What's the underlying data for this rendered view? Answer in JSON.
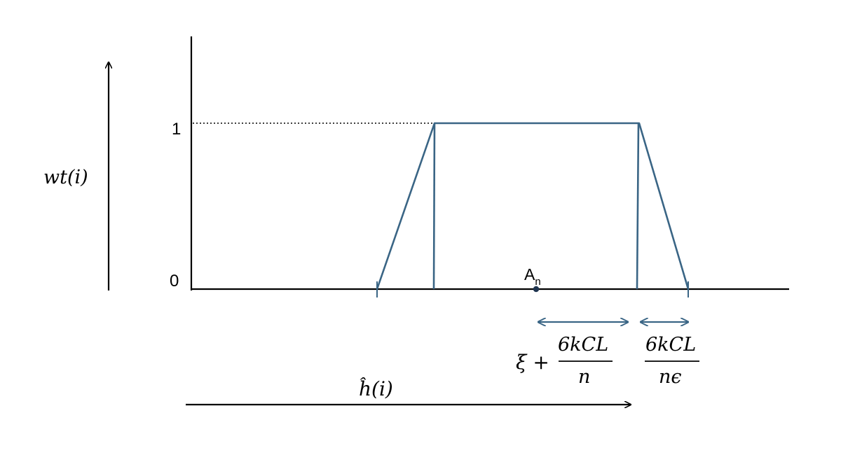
{
  "y_axis": {
    "label": "wt(i)",
    "tick_1": "1",
    "tick_0": "0"
  },
  "x_axis": {
    "label": "ĥ(i)"
  },
  "point": {
    "label_main": "A",
    "label_sub": "n"
  },
  "interval_left": {
    "prefix": "ξ +",
    "numerator": "6kCL",
    "denominator": "n"
  },
  "interval_right": {
    "numerator": "6kCL",
    "denominator": "nϵ"
  },
  "colors": {
    "axis": "#000000",
    "curve": "#3a6585",
    "dotted_guide": "#000000"
  }
}
